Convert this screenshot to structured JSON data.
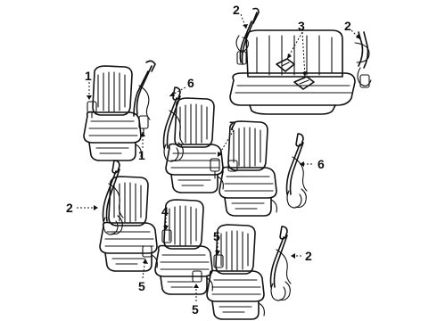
{
  "callouts": [
    {
      "id": "c2a",
      "label": "2"
    },
    {
      "id": "c3",
      "label": "3"
    },
    {
      "id": "c2b",
      "label": "2"
    },
    {
      "id": "c1a",
      "label": "1"
    },
    {
      "id": "c6a",
      "label": "6"
    },
    {
      "id": "c1b",
      "label": "1"
    },
    {
      "id": "c7",
      "label": "7"
    },
    {
      "id": "c6b",
      "label": "6"
    },
    {
      "id": "c2c",
      "label": "2"
    },
    {
      "id": "c4",
      "label": "4"
    },
    {
      "id": "c5a",
      "label": "5"
    },
    {
      "id": "c5b",
      "label": "5"
    },
    {
      "id": "c5c",
      "label": "5"
    },
    {
      "id": "c2d",
      "label": "2"
    }
  ]
}
